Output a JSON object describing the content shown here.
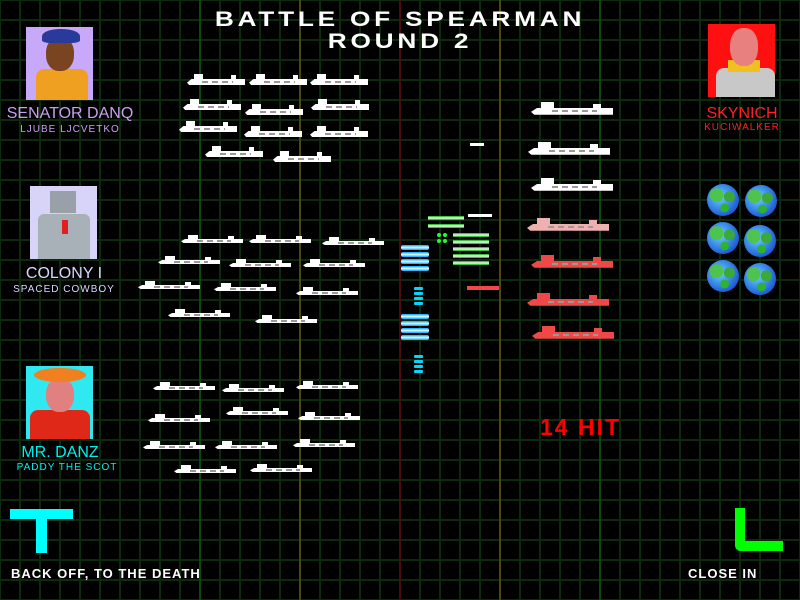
{
  "title": {
    "line1": "BATTLE OF SPEARMAN",
    "line2": "ROUND 2"
  },
  "players": [
    {
      "name": "SENATOR DANQ",
      "player": "LJUBE LJCVETKO",
      "color": "#c8a0f0"
    },
    {
      "name": "COLONY I",
      "player": "SPACED COWBOY",
      "color": "#d8d8ff"
    },
    {
      "name": "MR. DANZ",
      "player": "PADDY THE SCOT",
      "color": "#00f0f0"
    },
    {
      "name": "SKYNICH",
      "player": "KUCIWALKER",
      "color": "#ff2020"
    }
  ],
  "hit_counter": "14 HIT",
  "controls": {
    "left": {
      "key_glyph": "T",
      "label": "BACK OFF, TO THE DEATH",
      "color": "#00ffff"
    },
    "right": {
      "key_glyph": "L",
      "label": "CLOSE IN",
      "color": "#00ff00"
    }
  },
  "colors": {
    "grid": "#0c2a0c",
    "hit": "#ff0000",
    "ship_white": "#ffffff",
    "ship_pink": "#f0b0b0",
    "ship_red": "#f04848",
    "laser_green": "#22ff22",
    "laser_cyan": "#00d8ff"
  }
}
